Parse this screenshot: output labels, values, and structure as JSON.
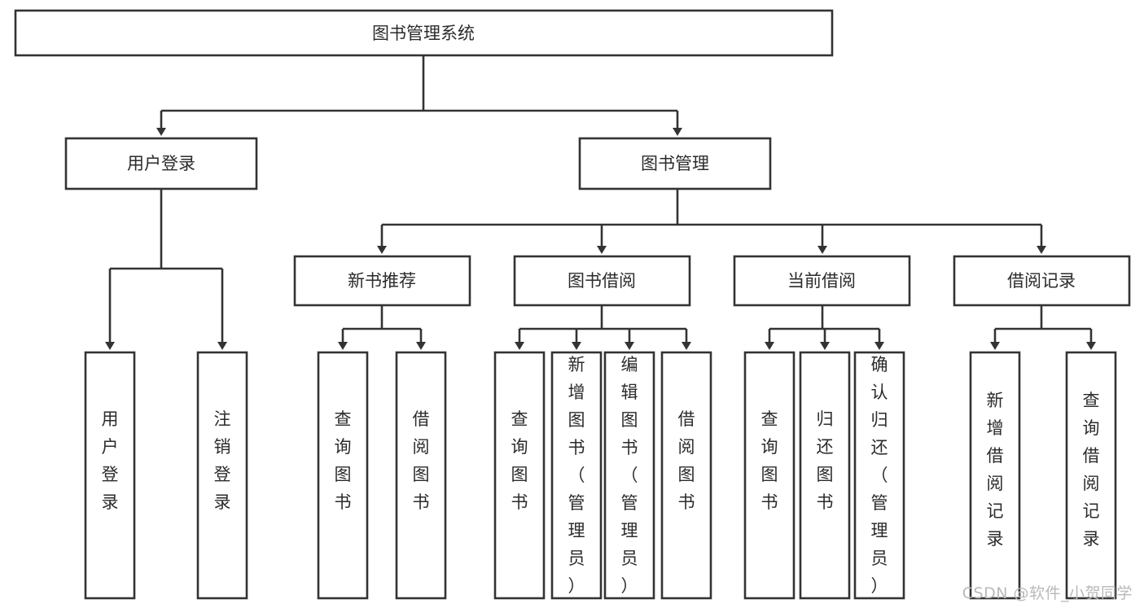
{
  "diagram": {
    "type": "tree",
    "title": "图书管理系统",
    "root": {
      "id": "root",
      "label": "图书管理系统",
      "orientation": "horizontal"
    },
    "level2": [
      {
        "id": "user-login",
        "label": "用户登录",
        "orientation": "horizontal"
      },
      {
        "id": "book-manage",
        "label": "图书管理",
        "orientation": "horizontal"
      }
    ],
    "level3": [
      {
        "id": "new-book-rec",
        "label": "新书推荐",
        "orientation": "horizontal",
        "parent": "book-manage"
      },
      {
        "id": "book-borrow",
        "label": "图书借阅",
        "orientation": "horizontal",
        "parent": "book-manage"
      },
      {
        "id": "current-borrow",
        "label": "当前借阅",
        "orientation": "horizontal",
        "parent": "book-manage"
      },
      {
        "id": "borrow-record",
        "label": "借阅记录",
        "orientation": "horizontal",
        "parent": "book-manage"
      }
    ],
    "leaves": [
      {
        "id": "leaf-user-login",
        "label": "用户登录",
        "orientation": "vertical",
        "parent": "user-login"
      },
      {
        "id": "leaf-user-logout",
        "label": "注销登录",
        "orientation": "vertical",
        "parent": "user-login"
      },
      {
        "id": "leaf-query-book-1",
        "label": "查询图书",
        "orientation": "vertical",
        "parent": "new-book-rec"
      },
      {
        "id": "leaf-borrow-book-1",
        "label": "借阅图书",
        "orientation": "vertical",
        "parent": "new-book-rec"
      },
      {
        "id": "leaf-query-book-2",
        "label": "查询图书",
        "orientation": "vertical",
        "parent": "book-borrow"
      },
      {
        "id": "leaf-add-book",
        "label": "新增图书（管理员）",
        "orientation": "vertical",
        "parent": "book-borrow"
      },
      {
        "id": "leaf-edit-book",
        "label": "编辑图书（管理员）",
        "orientation": "vertical",
        "parent": "book-borrow"
      },
      {
        "id": "leaf-borrow-book-2",
        "label": "借阅图书",
        "orientation": "vertical",
        "parent": "book-borrow"
      },
      {
        "id": "leaf-query-book-3",
        "label": "查询图书",
        "orientation": "vertical",
        "parent": "current-borrow"
      },
      {
        "id": "leaf-return-book",
        "label": "归还图书",
        "orientation": "vertical",
        "parent": "current-borrow"
      },
      {
        "id": "leaf-confirm-return",
        "label": "确认归还（管理员）",
        "orientation": "vertical",
        "parent": "current-borrow"
      },
      {
        "id": "leaf-add-record",
        "label": "新增借阅记录",
        "orientation": "vertical",
        "parent": "borrow-record"
      },
      {
        "id": "leaf-query-record",
        "label": "查询借阅记录",
        "orientation": "vertical",
        "parent": "borrow-record"
      }
    ],
    "colors": {
      "box_stroke": "#333333",
      "box_fill": "#ffffff",
      "text": "#2b2b2b",
      "connector": "#333333",
      "watermark": "#b9b9b9"
    }
  },
  "watermark": {
    "text": "CSDN @软件_小贺同学"
  }
}
